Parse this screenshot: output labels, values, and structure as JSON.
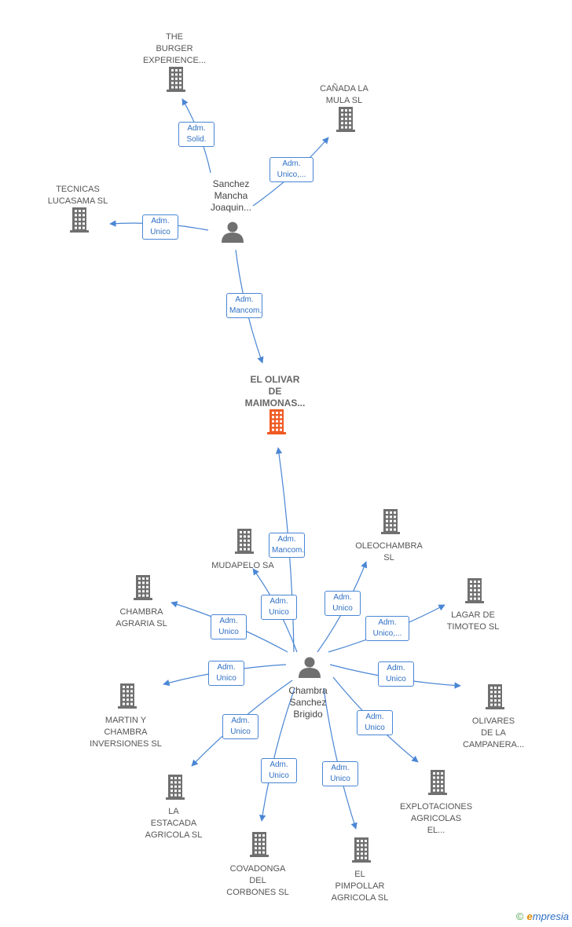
{
  "colors": {
    "edge": "#4a86d4",
    "company": "#707070",
    "focus": "#f05a23",
    "person": "#707070"
  },
  "companies": [
    {
      "id": "burger",
      "label": "THE\nBURGER\nEXPERIENCE..."
    },
    {
      "id": "canada",
      "label": "CAÑADA LA\nMULA  SL"
    },
    {
      "id": "tecnicas",
      "label": "TECNICAS\nLUCASAMA SL"
    },
    {
      "id": "olivar",
      "label": "EL OLIVAR\nDE\nMAIMONAS...",
      "focus": true
    },
    {
      "id": "mudapelo",
      "label": "MUDAPELO SA"
    },
    {
      "id": "oleochambra",
      "label": "OLEOCHAMBRA\nSL"
    },
    {
      "id": "chambra_agraria",
      "label": "CHAMBRA\nAGRARIA  SL"
    },
    {
      "id": "lagar",
      "label": "LAGAR DE\nTIMOTEO SL"
    },
    {
      "id": "martin",
      "label": "MARTIN Y\nCHAMBRA\nINVERSIONES SL"
    },
    {
      "id": "olivares",
      "label": "OLIVARES\nDE LA\nCAMPANERA..."
    },
    {
      "id": "estacada",
      "label": "LA\nESTACADA\nAGRICOLA  SL"
    },
    {
      "id": "explotaciones",
      "label": "EXPLOTACIONES\nAGRICOLAS\nEL..."
    },
    {
      "id": "covadonga",
      "label": "COVADONGA\nDEL\nCORBONES  SL"
    },
    {
      "id": "pimpollar",
      "label": "EL\nPIMPOLLAR\nAGRICOLA  SL"
    }
  ],
  "persons": [
    {
      "id": "sanchez",
      "label": "Sanchez\nMancha\nJoaquin..."
    },
    {
      "id": "chambra",
      "label": "Chambra\nSanchez\nBrigido"
    }
  ],
  "edges": [
    {
      "from": "sanchez",
      "to": "burger",
      "role": "Adm.\nSolid."
    },
    {
      "from": "sanchez",
      "to": "canada",
      "role": "Adm.\nUnico,..."
    },
    {
      "from": "sanchez",
      "to": "tecnicas",
      "role": "Adm.\nUnico"
    },
    {
      "from": "sanchez",
      "to": "olivar",
      "role": "Adm.\nMancom."
    },
    {
      "from": "chambra",
      "to": "olivar",
      "role": "Adm.\nMancom."
    },
    {
      "from": "chambra",
      "to": "mudapelo",
      "role": "Adm.\nUnico"
    },
    {
      "from": "chambra",
      "to": "oleochambra",
      "role": "Adm.\nUnico"
    },
    {
      "from": "chambra",
      "to": "chambra_agraria",
      "role": "Adm.\nUnico"
    },
    {
      "from": "chambra",
      "to": "lagar",
      "role": "Adm.\nUnico,..."
    },
    {
      "from": "chambra",
      "to": "martin",
      "role": "Adm.\nUnico"
    },
    {
      "from": "chambra",
      "to": "olivares",
      "role": "Adm.\nUnico"
    },
    {
      "from": "chambra",
      "to": "estacada",
      "role": "Adm.\nUnico"
    },
    {
      "from": "chambra",
      "to": "explotaciones",
      "role": "Adm.\nUnico"
    },
    {
      "from": "chambra",
      "to": "covadonga",
      "role": "Adm.\nUnico"
    },
    {
      "from": "chambra",
      "to": "pimpollar",
      "role": "Adm.\nUnico"
    }
  ],
  "footer": {
    "copyright": "©",
    "brand_e": "e",
    "brand_rest": "mpresia"
  }
}
